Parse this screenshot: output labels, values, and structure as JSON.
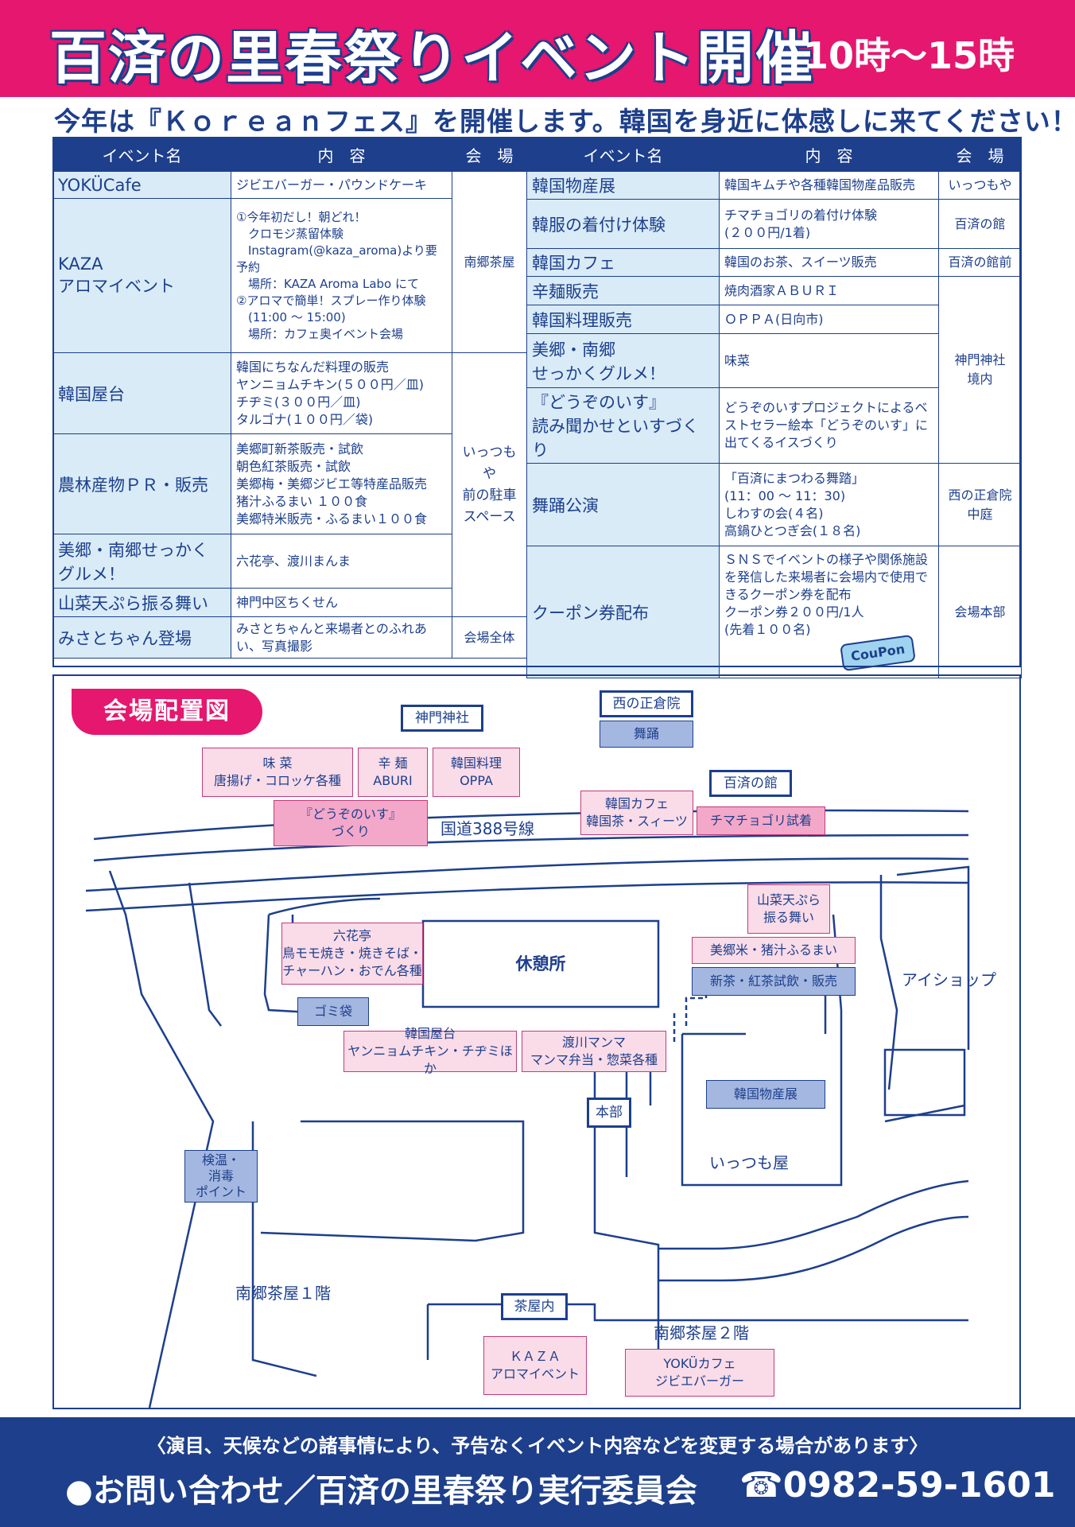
{
  "header": {
    "title": "百済の里春祭りイベント開催",
    "time": "10時～15時"
  },
  "intro": "今年は『Ｋｏｒｅａｎフェス』を開催します。韓国を身近に体感しに来てください！",
  "table": {
    "col_event": "イベント名",
    "col_content": "内　容",
    "col_venue": "会　場",
    "left": [
      {
        "name": "YOKÜCafe",
        "desc": "ジビエバーガー・パウンドケーキ"
      },
      {
        "name": "KAZA\nアロマイベント",
        "desc": "①今年初だし！朝どれ！\n　クロモジ蒸留体験\n　Instagram(@kaza_aroma)より要予約\n　場所：KAZA Aroma Labo にて\n②アロマで簡単！スプレー作り体験\n　(11:00 ～ 15:00)\n　場所：カフェ奥イベント会場"
      },
      {
        "name": "韓国屋台",
        "desc": "韓国にちなんだ料理の販売\nヤンニョムチキン(５００円／皿)\nチヂミ(３００円／皿)\nタルゴナ(１００円／袋)"
      },
      {
        "name": "農林産物ＰＲ・販売",
        "desc": "美郷町新茶販売・試飲\n朝色紅茶販売・試飲\n美郷梅・美郷ジビエ等特産品販売\n猪汁ふるまい １００食\n美郷特米販売・ふるまい１００食"
      },
      {
        "name": "美郷・南郷せっかく\nグルメ！",
        "desc": "六花亭、渡川まんま"
      },
      {
        "name": "山菜天ぷら振る舞い",
        "desc": "神門中区ちくせん"
      },
      {
        "name": "みさとちゃん登場",
        "desc": "みさとちゃんと来場者とのふれあい、写真撮影"
      }
    ],
    "left_venues": {
      "v1": "南郷茶屋",
      "v2": "いっつもや\n前の駐車\nスペース",
      "v3": "会場全体"
    },
    "right": [
      {
        "name": "韓国物産展",
        "desc": "韓国キムチや各種韓国物産品販売",
        "venue": "いっつもや"
      },
      {
        "name": "韓服の着付け体験",
        "desc": "チマチョゴリの着付け体験\n(２００円/1着)",
        "venue": "百済の館"
      },
      {
        "name": "韓国カフェ",
        "desc": "韓国のお茶、スイーツ販売",
        "venue": "百済の館前"
      },
      {
        "name": "辛麺販売",
        "desc": "焼肉酒家ＡＢＵＲＩ"
      },
      {
        "name": "韓国料理販売",
        "desc": "ＯＰＰＡ(日向市)"
      },
      {
        "name": "美郷・南郷\nせっかくグルメ！",
        "desc": "味菜"
      },
      {
        "name": "『どうぞのいす』\n読み聞かせといすづくり",
        "desc": "どうぞのいすプロジェクトによるベストセラー絵本「どうぞのいす」に出てくるイスづくり"
      },
      {
        "name": "舞踊公演",
        "desc": "「百済にまつわる舞踏」\n(11：00 ～ 11：30)\nしわすの会(４名)\n高鍋ひとつぎ会(１８名)",
        "venue": "西の正倉院\n中庭"
      },
      {
        "name": "クーポン券配布",
        "desc": "ＳＮＳでイベントの様子や関係施設を発信した来場者に会場内で使用できるクーポン券を配布\nクーポン券２００円/1人\n(先着１００名)",
        "venue": "会場本部"
      }
    ],
    "right_shared_venue": "神門神社\n境内",
    "coupon": "CouPon"
  },
  "map": {
    "title": "会場配置図",
    "boxes": {
      "mikado": "神門神社",
      "nishi": "西の正倉院",
      "butou": "舞踊",
      "misai": "味 菜\n唐揚げ・コロッケ各種",
      "karamen": "辛 麺\nABURI",
      "kankoku_ryori": "韓国料理\nOPPA",
      "douzo": "『どうぞのいす』\nづくり",
      "kudara": "百済の館",
      "cafe": "韓国カフェ\n韓国茶・スィーツ",
      "chima": "チマチョゴリ試着",
      "sansai": "山菜天ぷら\n振る舞い",
      "rikka": "六花亭\n鳥モモ焼き・焼きそば・\nチャーハン・おでん各種",
      "kyukei": "休憩所",
      "gomi": "ゴミ袋",
      "misatomai": "美郷米・猪汁ふるまい",
      "shincha": "新茶・紅茶試飲・販売",
      "yatai": "韓国屋台\nヤンニョムチキン・チヂミほか",
      "mamma": "渡川マンマ\nマンマ弁当・惣菜各種",
      "honbu": "本部",
      "bussan": "韓国物産展",
      "kenon": "検温・\n消毒\nポイント",
      "chayanai": "茶屋内",
      "kaza": "ＫＡＺＡ\nアロマイベント",
      "yoku": "YOKÜカフェ\nジビエバーガー"
    },
    "labels": {
      "road": "国道388号線",
      "ishop": "アイショップ",
      "itsumoya": "いっつも屋",
      "nango1": "南郷茶屋１階",
      "nango2": "南郷茶屋２階"
    }
  },
  "footer": {
    "note": "〈演目、天候などの諸事情により、予告なくイベント内容などを変更する場合があります〉",
    "contact": "●お問い合わせ／百済の里春祭り実行委員会",
    "phone": "☎0982-59-1601"
  },
  "colors": {
    "navy": "#1d3f8c",
    "magenta": "#e5176e",
    "light_blue": "#d8ebf7",
    "pink": "#fadbe8"
  }
}
